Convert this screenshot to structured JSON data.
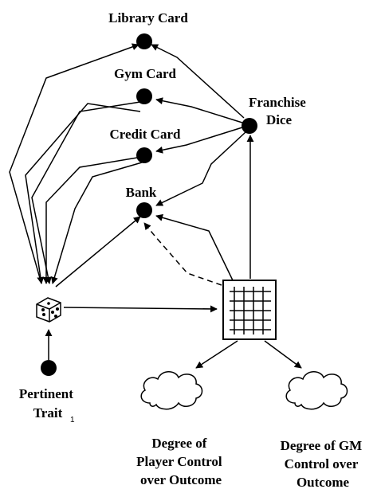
{
  "nodes": {
    "library_card": "Library Card",
    "gym_card": "Gym Card",
    "credit_card": "Credit Card",
    "bank": "Bank",
    "franchise_dice": [
      "Franchise",
      "Dice"
    ],
    "pertinent_trait": [
      "Pertinent",
      "Trait"
    ],
    "pertinent_trait_subscript": "1",
    "player_control": [
      "Degree of",
      "Player Control",
      "over Outcome"
    ],
    "gm_control": [
      "Degree of GM",
      "Control over",
      "Outcome"
    ]
  },
  "icons": {
    "dice": "dice-icon",
    "grid": "grid-table-icon",
    "cloud": "cloud-icon"
  },
  "colors": {
    "ink": "#000000",
    "background": "#ffffff"
  }
}
